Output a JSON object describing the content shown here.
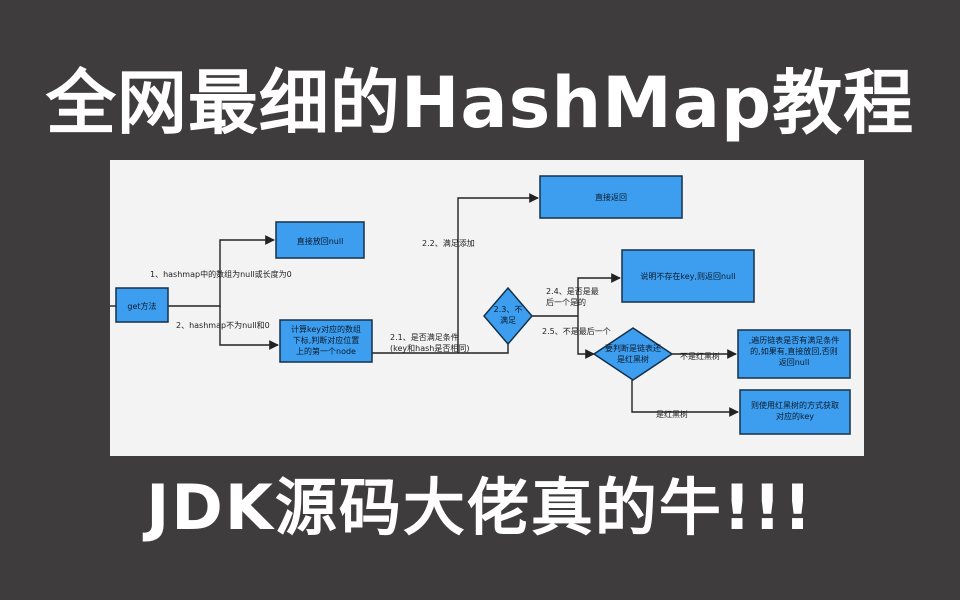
{
  "title": "全网最细的HashMap教程",
  "subtitle": "JDK源码大佬真的牛!!!",
  "diagram": {
    "nodes": {
      "get_method": [
        "get方法"
      ],
      "return_null_direct": [
        "直接放回null"
      ],
      "compute_index": [
        "计算key对应的数组",
        "下标,判断对应位置",
        "上的第一个node"
      ],
      "condition_diamond": [
        "2.3、不",
        "满足"
      ],
      "return_direct": [
        "直接返回"
      ],
      "key_not_exist": [
        "说明不存在key,则返回null"
      ],
      "tree_check": [
        "要判断是链表还",
        "是红黑树"
      ],
      "traverse_list": [
        ",遍历链表是否有满足条件",
        "的,如果有,直接放回,否则",
        "返回null"
      ],
      "tree_lookup": [
        "则使用红黑树的方式获取",
        "对应的key"
      ]
    },
    "edge_labels": {
      "array_null": [
        "1、hashmap中的数组为null或长度为0"
      ],
      "not_null": [
        "2、hashmap不为null和0"
      ],
      "check_condition": [
        "2.1、是否满足条件",
        "(key和hash是否相同)"
      ],
      "satisfied": [
        "2.2、满足添加"
      ],
      "is_last": [
        "2.4、是否是最",
        "后一个是的"
      ],
      "not_last": [
        "2.5、不是最后一个"
      ],
      "not_tree": [
        "不是红黑树"
      ],
      "is_tree": [
        "是红黑树"
      ]
    }
  }
}
